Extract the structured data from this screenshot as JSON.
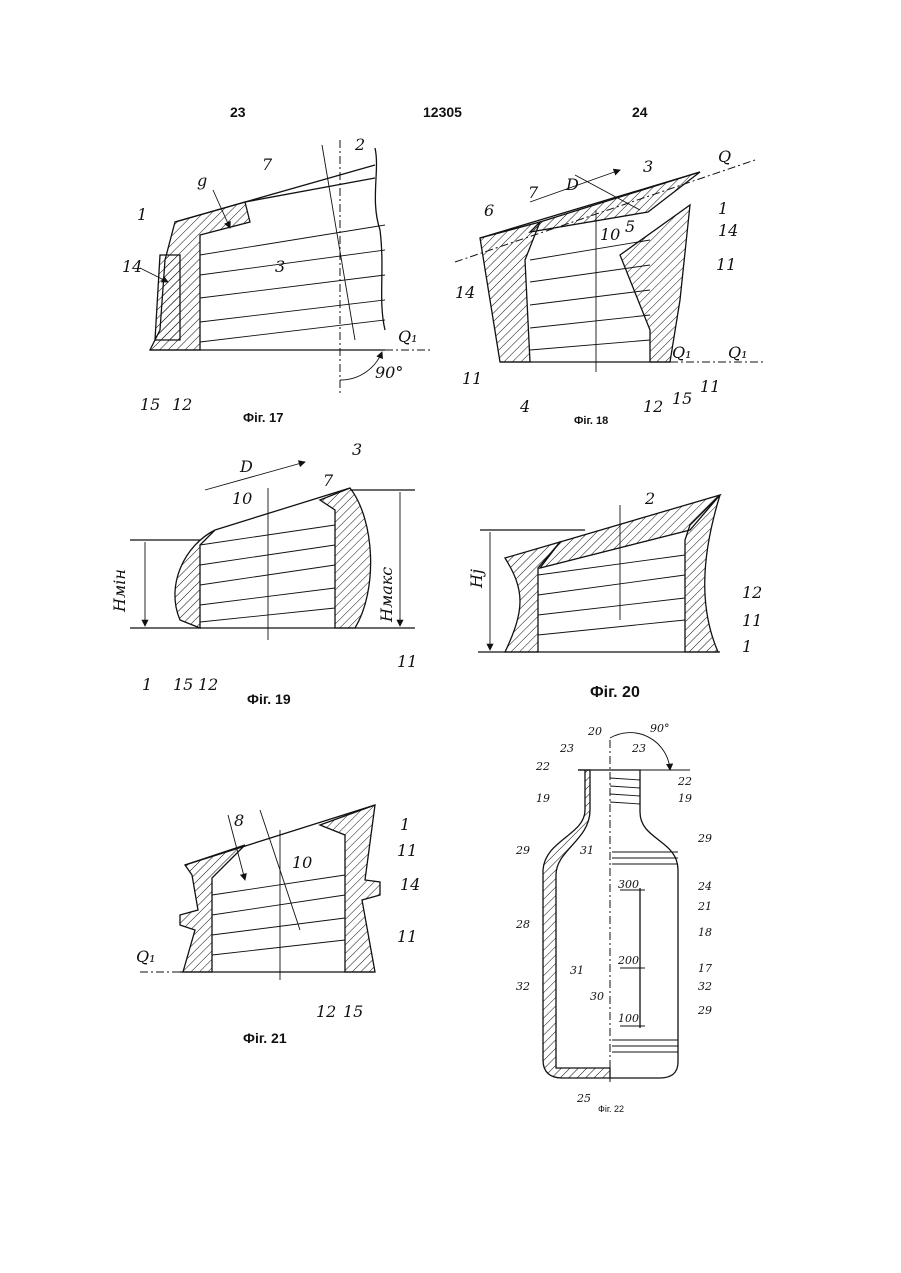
{
  "header": {
    "left_page": "23",
    "patent_number": "12305",
    "right_page": "24"
  },
  "figures": {
    "fig17": {
      "caption": "Фіг. 17",
      "labels": [
        "1",
        "2",
        "7",
        "g",
        "3",
        "14",
        "Q1",
        "90°",
        "15",
        "12"
      ]
    },
    "fig18": {
      "caption": "Фіг. 18",
      "labels": [
        "Q",
        "D",
        "3",
        "7",
        "6",
        "1",
        "5",
        "10",
        "14",
        "11",
        "14",
        "Q1",
        "Q1",
        "11",
        "4",
        "12",
        "15",
        "11"
      ]
    },
    "fig19": {
      "caption": "Фіг. 19",
      "labels": [
        "D",
        "3",
        "7",
        "10",
        "Hмін",
        "Hмакс",
        "1",
        "15",
        "12",
        "11"
      ]
    },
    "fig20": {
      "caption": "Фіг. 20",
      "labels": [
        "2",
        "Hj",
        "12",
        "11",
        "1"
      ]
    },
    "fig21": {
      "caption": "Фіг. 21",
      "labels": [
        "8",
        "1",
        "10",
        "11",
        "14",
        "11",
        "Q1",
        "12",
        "15"
      ]
    },
    "fig22": {
      "caption": "Фіг. 22",
      "labels": [
        "20",
        "90°",
        "23",
        "23",
        "22",
        "22",
        "19",
        "19",
        "29",
        "31",
        "29",
        "24",
        "21",
        "28",
        "18",
        "17",
        "31",
        "32",
        "30",
        "32",
        "29",
        "25"
      ],
      "scale": [
        "300",
        "200",
        "100"
      ]
    }
  }
}
